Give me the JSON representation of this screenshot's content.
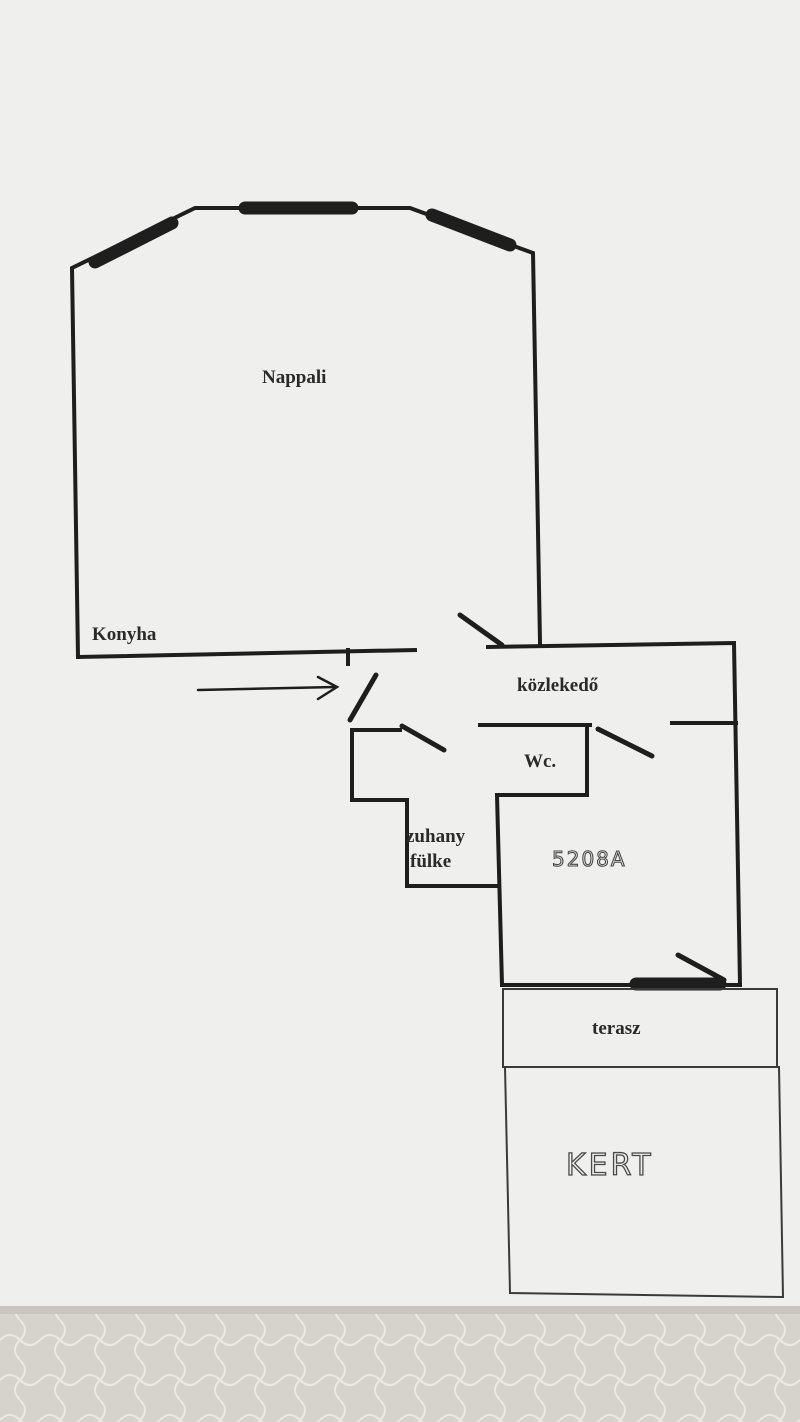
{
  "rooms": {
    "nappali": "Nappali",
    "konyha": "Konyha",
    "kozlekedo": "közlekedő",
    "wc": "Wc.",
    "zuhany_line1": "zuhany",
    "zuhany_line2": "fülke",
    "unit": "5208A",
    "terasz": "terasz",
    "kert": "KERT"
  },
  "colors": {
    "paper": "#efefed",
    "ink": "#1e1e1e",
    "table": "#d9d6d0"
  }
}
